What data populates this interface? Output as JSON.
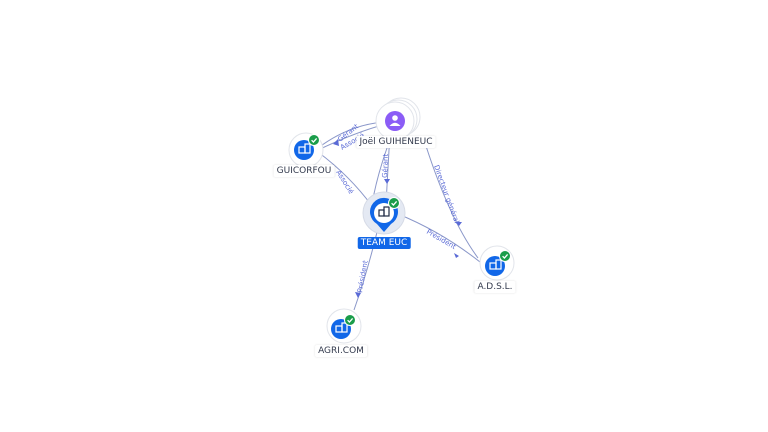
{
  "colors": {
    "company": "#1167e8",
    "person": "#8b5cf6",
    "verified": "#1a9d4a",
    "edge": "#8a97c9",
    "selected": "#1167e8"
  },
  "nodes": {
    "person": {
      "label": "Joël GUIHENEUC",
      "icon": "person-icon"
    },
    "guicorfou": {
      "label": "GUICORFOU",
      "icon": "building-icon"
    },
    "team_euc": {
      "label": "TEAM EUC",
      "icon": "building-icon"
    },
    "adsl": {
      "label": "A.D.S.L.",
      "icon": "building-icon"
    },
    "agricom": {
      "label": "AGRI.COM",
      "icon": "building-icon"
    }
  },
  "edges": [
    {
      "from": "person",
      "to": "guicorfou",
      "label": "Gérant"
    },
    {
      "from": "person",
      "to": "guicorfou",
      "label": "Associé"
    },
    {
      "from": "person",
      "to": "team_euc",
      "label": "Gérant"
    },
    {
      "from": "guicorfou",
      "to": "team_euc",
      "label": "Associé"
    },
    {
      "from": "person",
      "to": "adsl",
      "label": "Directeur général"
    },
    {
      "from": "team_euc",
      "to": "adsl",
      "label": "Président"
    },
    {
      "from": "team_euc",
      "to": "agricom",
      "label": "Président"
    }
  ]
}
